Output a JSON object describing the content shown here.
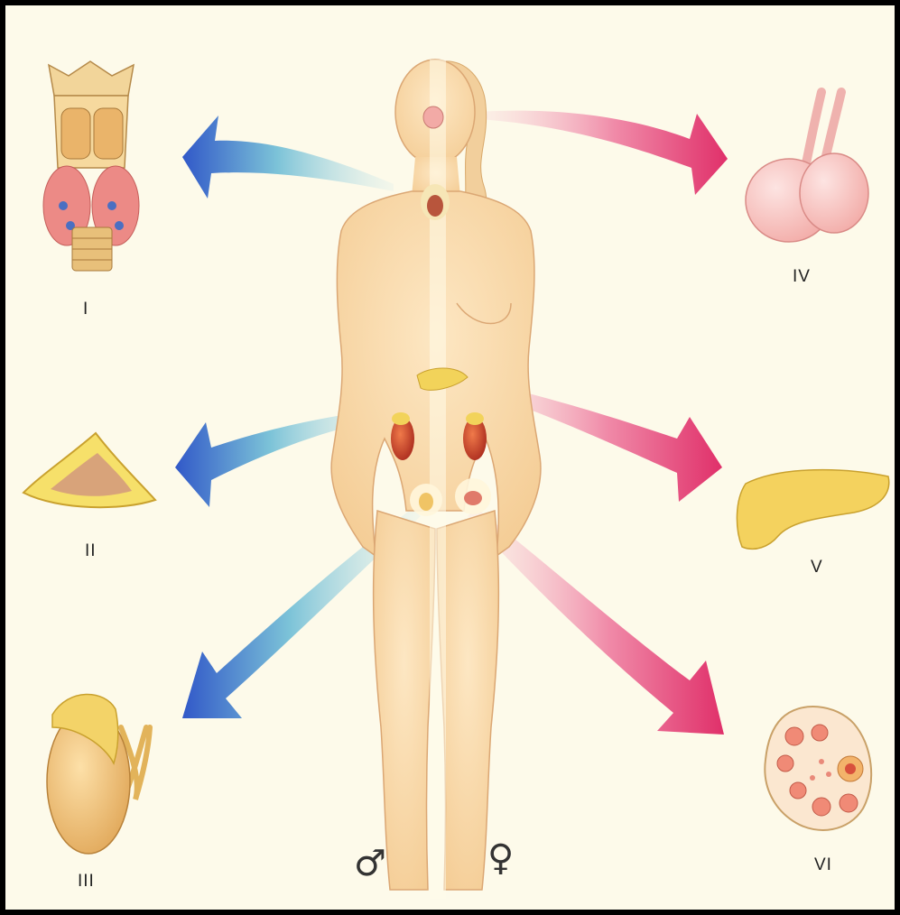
{
  "labels": {
    "i": "I",
    "ii": "II",
    "iii": "III",
    "iv": "IV",
    "v": "V",
    "vi": "VI"
  },
  "symbols": {
    "male": "♂",
    "female": "♀"
  },
  "colors": {
    "background": "#fdfaea",
    "skin": "#f8d9a8",
    "left_arrow": "#3f6fd0",
    "right_arrow": "#e8457a",
    "gland_yellow": "#f2d35a",
    "kidney_red": "#c9412c"
  }
}
